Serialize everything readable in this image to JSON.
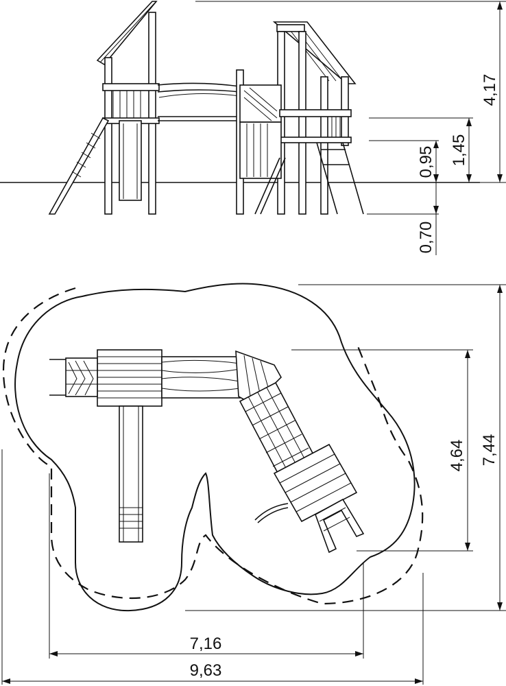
{
  "elevation": {
    "dimensions": {
      "total_height": "4,17",
      "platform_height": "1,45",
      "slide_height": "0,95",
      "depth_below_ground": "0,70"
    }
  },
  "plan": {
    "dimensions": {
      "inner_depth": "4,64",
      "total_depth": "7,44",
      "inner_width": "7,16",
      "total_width": "9,63"
    }
  }
}
